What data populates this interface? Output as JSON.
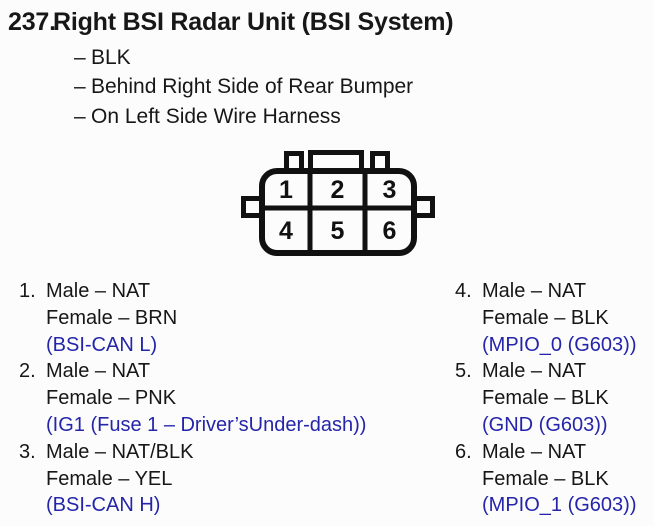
{
  "page": {
    "item_number": "237.",
    "title": "Right BSI Radar Unit (BSI System)",
    "dash": "–",
    "details": [
      "BLK",
      "Behind Right Side of Rear Bumper",
      "On Left Side Wire Harness"
    ]
  },
  "connector": {
    "description": "6-pin connector, 2 rows of 3 cavities, viewed with locking tabs on top",
    "cells": [
      "1",
      "2",
      "3",
      "4",
      "5",
      "6"
    ]
  },
  "pins": [
    {
      "num": "1.",
      "male": "Male – NAT",
      "female": "Female – BRN",
      "signal": "(BSI-CAN L)"
    },
    {
      "num": "2.",
      "male": "Male – NAT",
      "female": "Female – PNK",
      "signal": "(IG1 (Fuse 1 – Driver’sUnder-dash))"
    },
    {
      "num": "3.",
      "male": "Male – NAT/BLK",
      "female": "Female – YEL",
      "signal": "(BSI-CAN H)"
    },
    {
      "num": "4.",
      "male": "Male – NAT",
      "female": "Female – BLK",
      "signal": "(MPIO_0 (G603))"
    },
    {
      "num": "5.",
      "male": "Male – NAT",
      "female": "Female – BLK",
      "signal": "(GND (G603))"
    },
    {
      "num": "6.",
      "male": "Male – NAT",
      "female": "Female – BLK",
      "signal": "(MPIO_1 (G603))"
    }
  ],
  "colors": {
    "text": "#171717",
    "signal_blue": "#2525aa",
    "line": "#111111",
    "background": "#fcfcfc"
  }
}
